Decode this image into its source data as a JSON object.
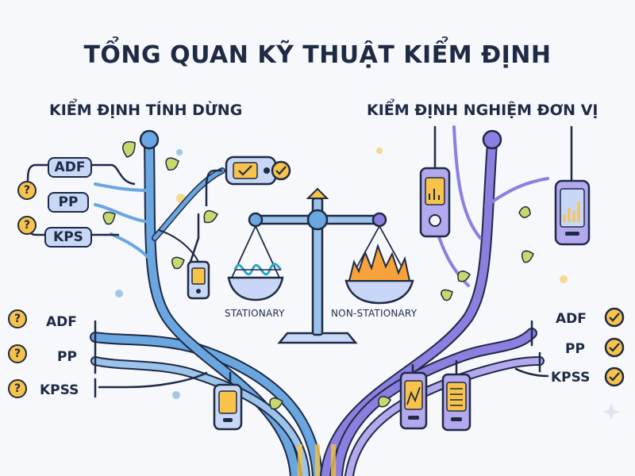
{
  "title": "TỔNG QUAN KỸ THUẬT KIỂM ĐỊNH",
  "left_section": {
    "heading": "KIỂM ĐỊNH TÍNH DỪNG",
    "boxed_tests": [
      "ADF",
      "PP",
      "KPS"
    ],
    "branch_tests": [
      "ADF",
      "PP",
      "KPSS"
    ]
  },
  "right_section": {
    "heading": "KIỂM ĐỊNH NGHIỆM ĐƠN VỊ",
    "branch_tests": [
      "ADF",
      "PP",
      "KPSS"
    ]
  },
  "scale": {
    "left_pan": "STATIONARY",
    "right_pan": "NON-STATIONARY"
  },
  "colors": {
    "ink": "#1f2a44",
    "left_branch": "#6aa6e0",
    "right_branch": "#8b7fe0",
    "accent": "#f7c34a",
    "leaf": "#c8d96b",
    "box_fill": "#c7d7f5"
  },
  "icons": {
    "question": "question-mark-icon",
    "check": "check-circle-icon",
    "device": "handheld-device-icon",
    "leaf": "leaf-icon"
  }
}
